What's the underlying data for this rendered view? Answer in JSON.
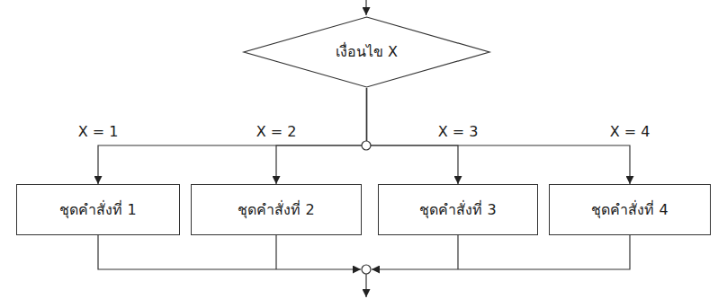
{
  "diagram": {
    "nodes": [
      {
        "text": [
          "เงื่อนไข X"
        ]
      },
      {
        "text": [
          "ชุดคำสั่งที่ 1"
        ]
      },
      {
        "text": [
          "ชุดคำสั่งที่ 2"
        ]
      },
      {
        "text": [
          "ชุดคำสั่งที่ 3"
        ]
      },
      {
        "text": [
          "ชุดคำสั่งที่ 4"
        ]
      }
    ],
    "edges": [
      {
        "from": 0,
        "to": 1,
        "label": "X = 1",
        "arrow": "to"
      },
      {
        "from": 0,
        "to": 2,
        "label": "X = 2",
        "arrow": "to"
      },
      {
        "from": 0,
        "to": 3,
        "label": "X = 3",
        "arrow": "to"
      },
      {
        "from": 0,
        "to": 4,
        "label": "X = 4",
        "arrow": "to"
      }
    ]
  }
}
